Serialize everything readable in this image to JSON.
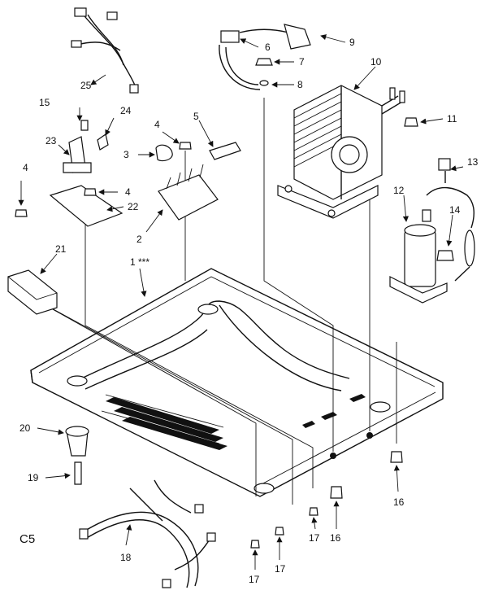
{
  "diagram_code": "C5",
  "parts": [
    {
      "id": "p1",
      "label": "1 ***"
    },
    {
      "id": "p2",
      "label": "2"
    },
    {
      "id": "p3",
      "label": "3"
    },
    {
      "id": "p4a",
      "label": "4"
    },
    {
      "id": "p4b",
      "label": "4"
    },
    {
      "id": "p4c",
      "label": "4"
    },
    {
      "id": "p5",
      "label": "5"
    },
    {
      "id": "p6",
      "label": "6"
    },
    {
      "id": "p7",
      "label": "7"
    },
    {
      "id": "p8",
      "label": "8"
    },
    {
      "id": "p9",
      "label": "9"
    },
    {
      "id": "p10",
      "label": "10"
    },
    {
      "id": "p11",
      "label": "11"
    },
    {
      "id": "p12",
      "label": "12"
    },
    {
      "id": "p13",
      "label": "13"
    },
    {
      "id": "p14",
      "label": "14"
    },
    {
      "id": "p15",
      "label": "15"
    },
    {
      "id": "p16a",
      "label": "16"
    },
    {
      "id": "p16b",
      "label": "16"
    },
    {
      "id": "p17a",
      "label": "17"
    },
    {
      "id": "p17b",
      "label": "17"
    },
    {
      "id": "p17c",
      "label": "17"
    },
    {
      "id": "p18",
      "label": "18"
    },
    {
      "id": "p19",
      "label": "19"
    },
    {
      "id": "p20",
      "label": "20"
    },
    {
      "id": "p21",
      "label": "21"
    },
    {
      "id": "p22",
      "label": "22"
    },
    {
      "id": "p23",
      "label": "23"
    },
    {
      "id": "p24",
      "label": "24"
    },
    {
      "id": "p25",
      "label": "25"
    }
  ]
}
